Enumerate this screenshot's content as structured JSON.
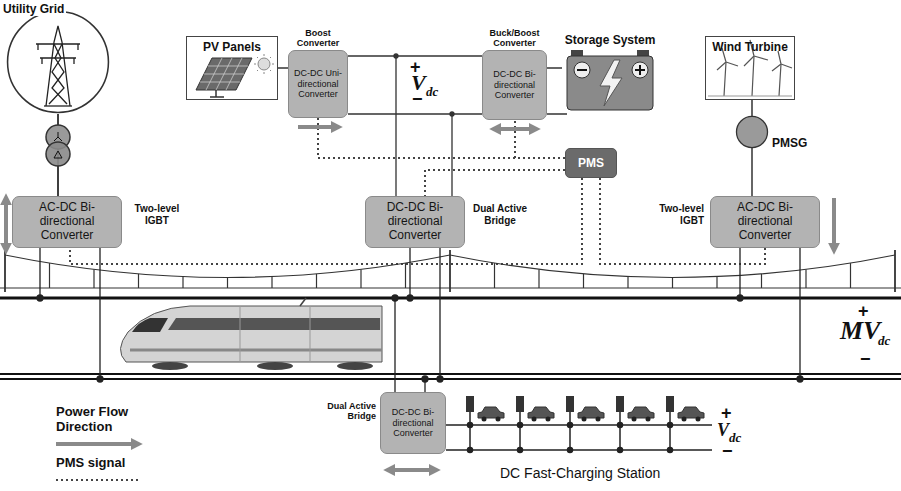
{
  "diagram": {
    "nodes": [
      {
        "text": [
          "Utility Grid"
        ]
      },
      {
        "text": [
          "PV Panels"
        ]
      },
      {
        "text": [
          "Boost Converter",
          "DC-DC Uni-directional Converter"
        ]
      },
      {
        "text": [
          "Buck/Boost Converter",
          "DC-DC Bi-directional Converter"
        ]
      },
      {
        "text": [
          "Storage System"
        ]
      },
      {
        "text": [
          "Wind Turbine"
        ]
      },
      {
        "text": [
          "PMSG"
        ]
      },
      {
        "text": [
          "PMS"
        ]
      },
      {
        "text": [
          "AC-DC Bi-directional Converter",
          "Two-level IGBT"
        ]
      },
      {
        "text": [
          "DC-DC Bi-directional Converter",
          "Dual Active Bridge"
        ]
      },
      {
        "text": [
          "AC-DC Bi-directional Converter",
          "Two-level IGBT"
        ]
      },
      {
        "text": [
          "Dual Active Bridge",
          "DC-DC Bi-directional Converter"
        ]
      }
    ],
    "edges": [
      {
        "from": 0,
        "to": 8,
        "arrow": "none"
      },
      {
        "from": 1,
        "to": 2,
        "arrow": "none"
      },
      {
        "from": 2,
        "to": 3,
        "arrow": "none"
      },
      {
        "from": 4,
        "to": 3,
        "arrow": "none"
      },
      {
        "from": 5,
        "to": 6,
        "arrow": "none"
      },
      {
        "from": 6,
        "to": 10,
        "arrow": "none"
      },
      {
        "from": 7,
        "to": 2,
        "arrow": "none"
      },
      {
        "from": 7,
        "to": 3,
        "arrow": "none"
      },
      {
        "from": 7,
        "to": 9,
        "arrow": "none"
      },
      {
        "from": 7,
        "to": 8,
        "arrow": "none"
      },
      {
        "from": 7,
        "to": 10,
        "arrow": "none"
      }
    ],
    "labels": [
      "+",
      "V",
      "dc",
      "−",
      "+",
      "MV",
      "dc",
      "−",
      "+",
      "V",
      "dc",
      "−",
      "DC Fast-Charging Station"
    ],
    "legend": [
      {
        "text": "Power Flow Direction"
      },
      {
        "text": "PMS signal"
      }
    ]
  }
}
